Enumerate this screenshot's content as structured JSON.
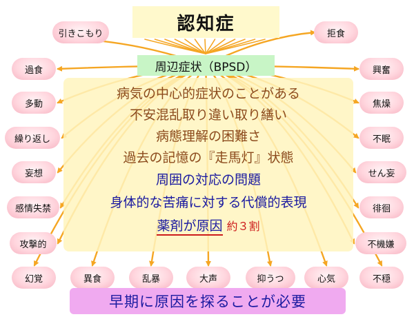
{
  "title": "認知症",
  "subtitle": "周辺症状（BPSD）",
  "causes": [
    {
      "text": "病気の中心的症状のことがある",
      "color": "brown"
    },
    {
      "text": "不安混乱取り違い取り繕い",
      "color": "brown"
    },
    {
      "text": "病態理解の困難さ",
      "color": "brown"
    },
    {
      "text": "過去の記憶の『走馬灯』状態",
      "color": "brown"
    },
    {
      "text": "周囲の対応の問題",
      "color": "blue"
    },
    {
      "text": "身体的な苦痛に対する代償的表現",
      "color": "blue"
    }
  ],
  "drug_cause": {
    "label": "薬剤が原因",
    "ratio": "約３割"
  },
  "symptoms": {
    "left": [
      "引きこもり",
      "過食",
      "多動",
      "繰り返し",
      "妄想",
      "感情失禁",
      "攻撃的",
      "幻覚"
    ],
    "right": [
      "拒食",
      "興奮",
      "焦燥",
      "不眠",
      "せん妄",
      "徘徊",
      "不機嫌",
      "不穏"
    ],
    "bottom": [
      "異食",
      "乱暴",
      "大声",
      "抑うつ",
      "心気"
    ]
  },
  "conclusion": "早期に原因を探ることが必要",
  "colors": {
    "arrow": "#f5a623",
    "oval": "#ffd6de",
    "bottom": "#f0aaf0"
  }
}
